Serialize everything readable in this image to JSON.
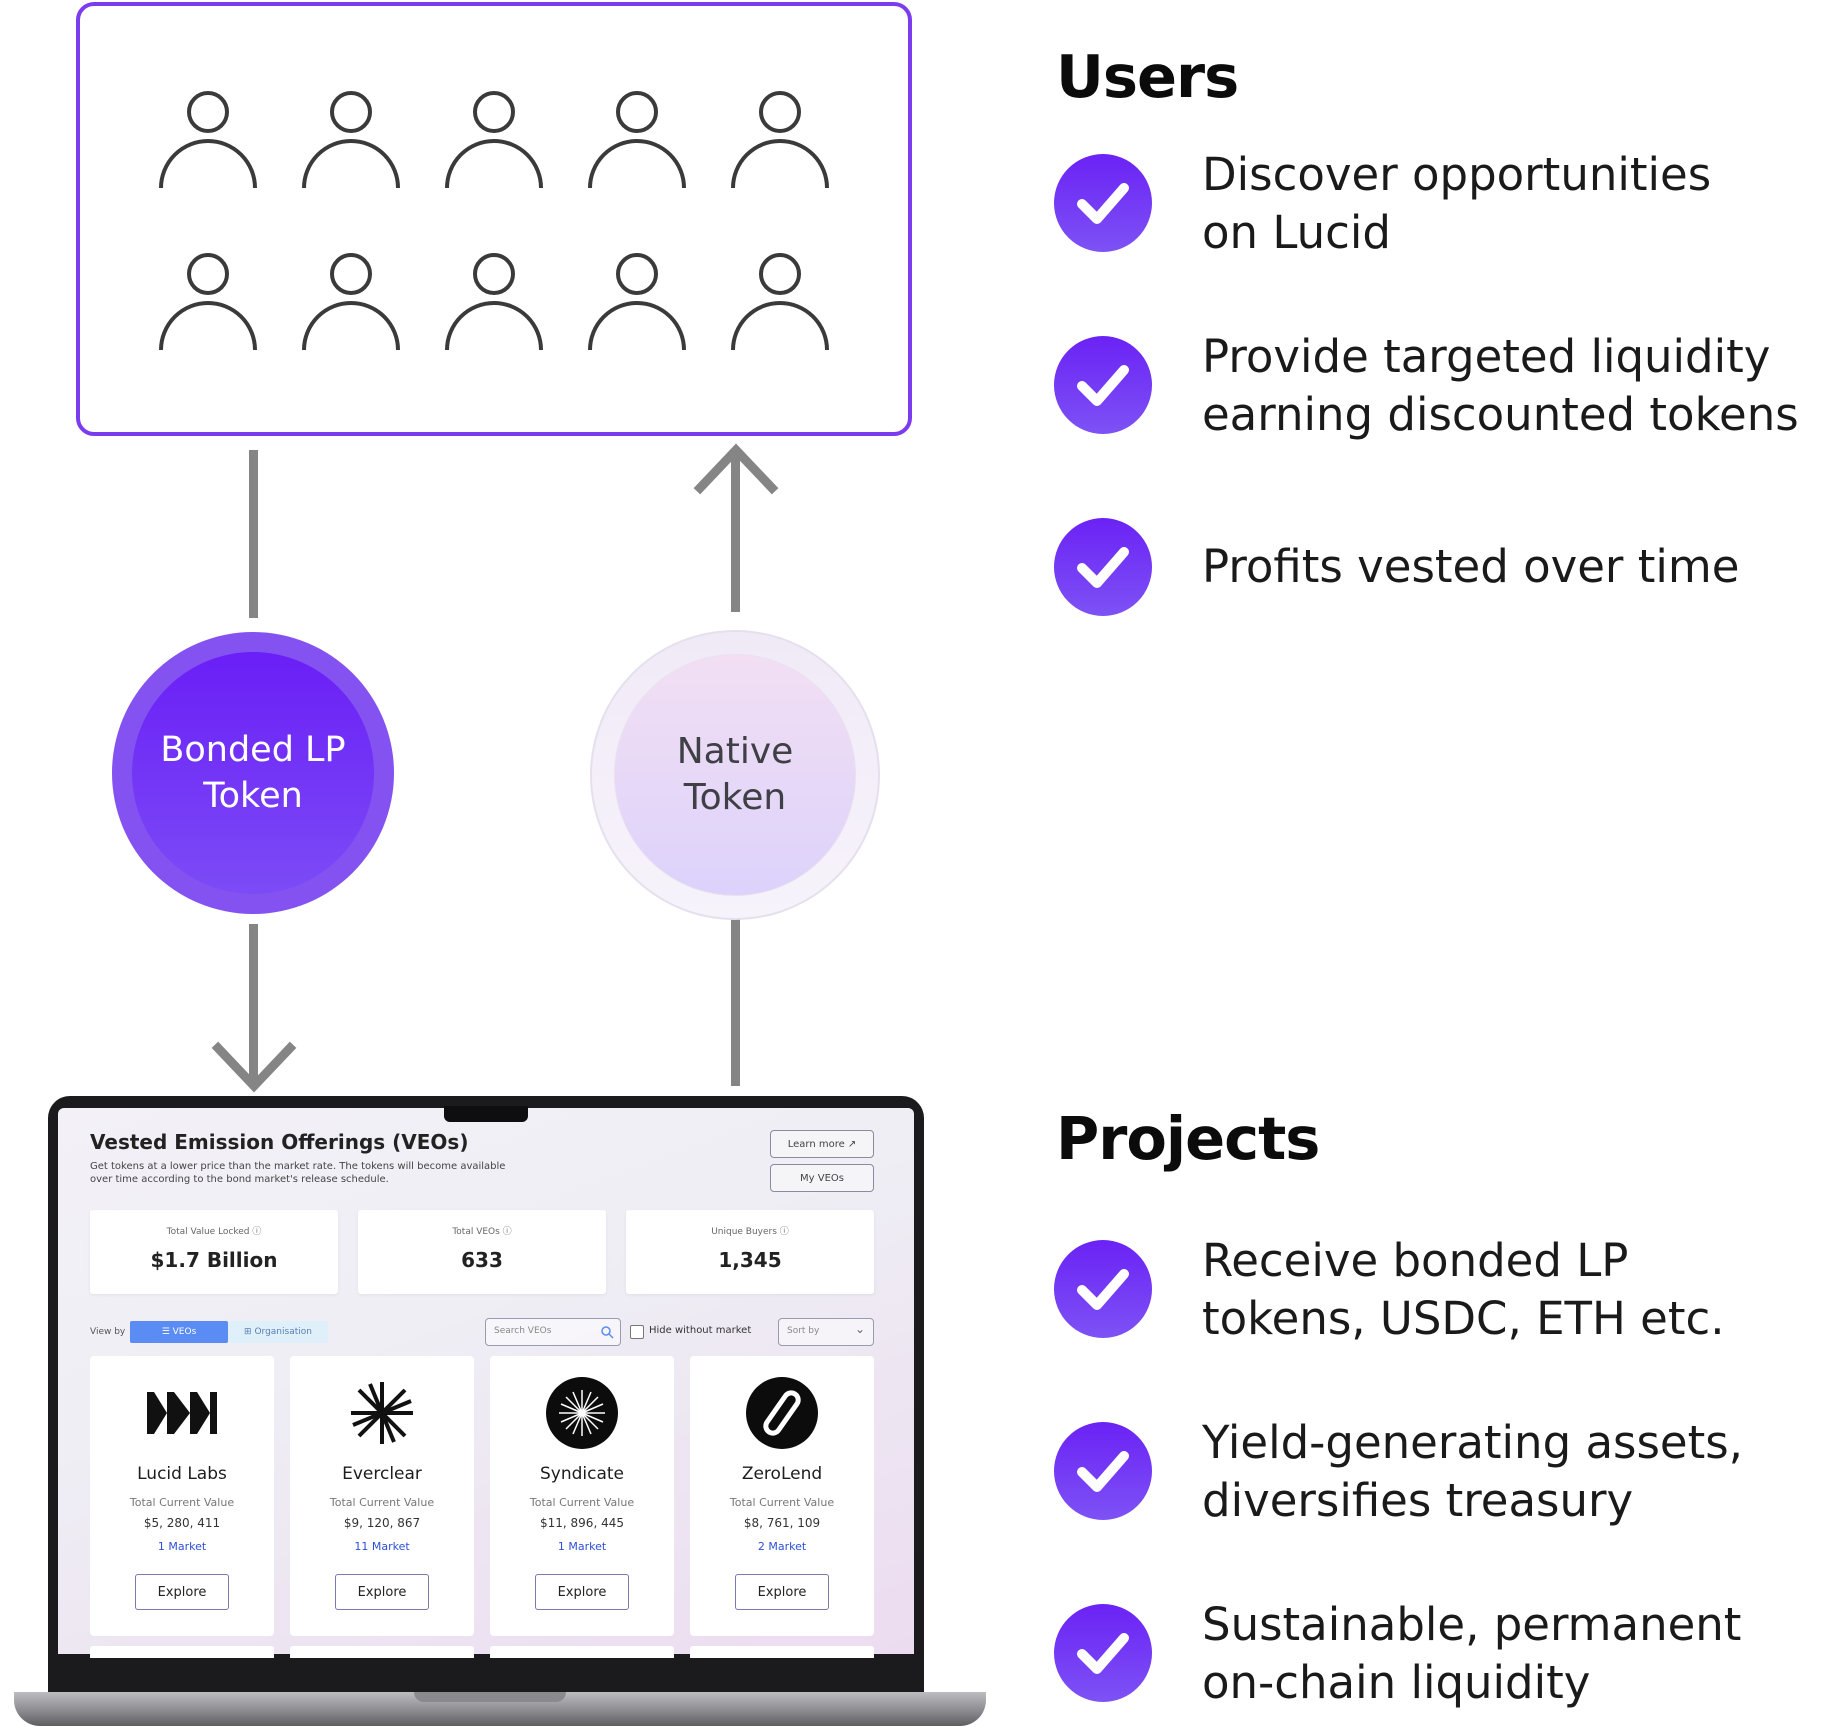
{
  "users": {
    "title": "Users",
    "features": [
      "Discover opportunities\non Lucid",
      "Provide targeted liquidity\nearning discounted tokens",
      "Profits vested over time"
    ]
  },
  "projects": {
    "title": "Projects",
    "features": [
      "Receive bonded LP\ntokens, USDC, ETH etc.",
      "Yield-generating assets,\ndiversifies treasury",
      "Sustainable, permanent\non-chain liquidity"
    ]
  },
  "tokens": {
    "bonded": "Bonded LP\nToken",
    "native": "Native\nToken"
  },
  "colors": {
    "accent": "#7b3cf0",
    "arrow": "#858585",
    "check": "#6b22f5"
  },
  "icons": {
    "person": "person-icon",
    "check": "check-circle-icon"
  },
  "screen": {
    "title": "Vested Emission Offerings (VEOs)",
    "description": "Get tokens at a lower price than the market rate. The tokens will become available over time according to the bond market's release schedule.",
    "learn_more": "Learn more ↗",
    "my_veos": "My VEOs",
    "stats": [
      {
        "label": "Total Value Locked ⓘ",
        "value": "$1.7 Billion"
      },
      {
        "label": "Total VEOs ⓘ",
        "value": "633"
      },
      {
        "label": "Unique Buyers ⓘ",
        "value": "1,345"
      }
    ],
    "view_by": "View by",
    "tab_veos": "☰ VEOs",
    "tab_org": "⊞ Organisation",
    "search_placeholder": "Search VEOs",
    "hide_without_market": "Hide without market",
    "sort_by": "Sort by",
    "cards": [
      {
        "name": "Lucid Labs",
        "label": "Total Current Value",
        "value": "$5, 280, 411",
        "markets": "1 Market",
        "cta": "Explore"
      },
      {
        "name": "Everclear",
        "label": "Total Current Value",
        "value": "$9, 120, 867",
        "markets": "11 Market",
        "cta": "Explore"
      },
      {
        "name": "Syndicate",
        "label": "Total Current Value",
        "value": "$11, 896, 445",
        "markets": "1 Market",
        "cta": "Explore"
      },
      {
        "name": "ZeroLend",
        "label": "Total Current Value",
        "value": "$8, 761, 109",
        "markets": "2 Market",
        "cta": "Explore"
      }
    ]
  }
}
